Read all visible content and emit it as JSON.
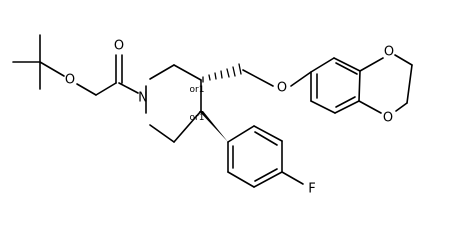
{
  "molecule": {
    "atoms": {
      "n1": "N",
      "o_carbonyl": "O",
      "o_ester": "O",
      "o_ether": "O",
      "o_dioxole_top": "O",
      "o_dioxole_bottom": "O",
      "f": "F"
    },
    "stereo_labels": {
      "c3": "or1",
      "c4": "or1"
    }
  }
}
